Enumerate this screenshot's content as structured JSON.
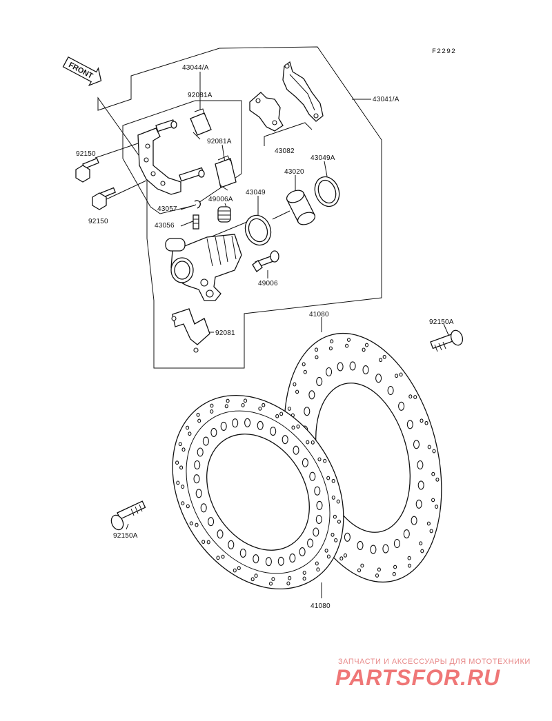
{
  "diagram": {
    "ref_code": "F2292",
    "front_label": "FRONT",
    "labels": {
      "p43044A": "43044/A",
      "p92081A_top": "92081A",
      "p92081A_mid": "92081A",
      "p92150_top": "92150",
      "p92150_bot": "92150",
      "p43057": "43057",
      "p43056": "43056",
      "p49006A": "49006A",
      "p43049": "43049",
      "p43020": "43020",
      "p43049A": "43049A",
      "p43082": "43082",
      "p43041A": "43041/A",
      "p49006": "49006",
      "p92081": "92081",
      "p41080_top": "41080",
      "p41080_bot": "41080",
      "p92150A_right": "92150A",
      "p92150A_left": "92150A"
    }
  },
  "watermark": {
    "tagline": "ЗАПЧАСТИ И АКСЕССУАРЫ ДЛЯ МОТОТЕХНИКИ",
    "brand": "PARTSFOR.RU"
  }
}
